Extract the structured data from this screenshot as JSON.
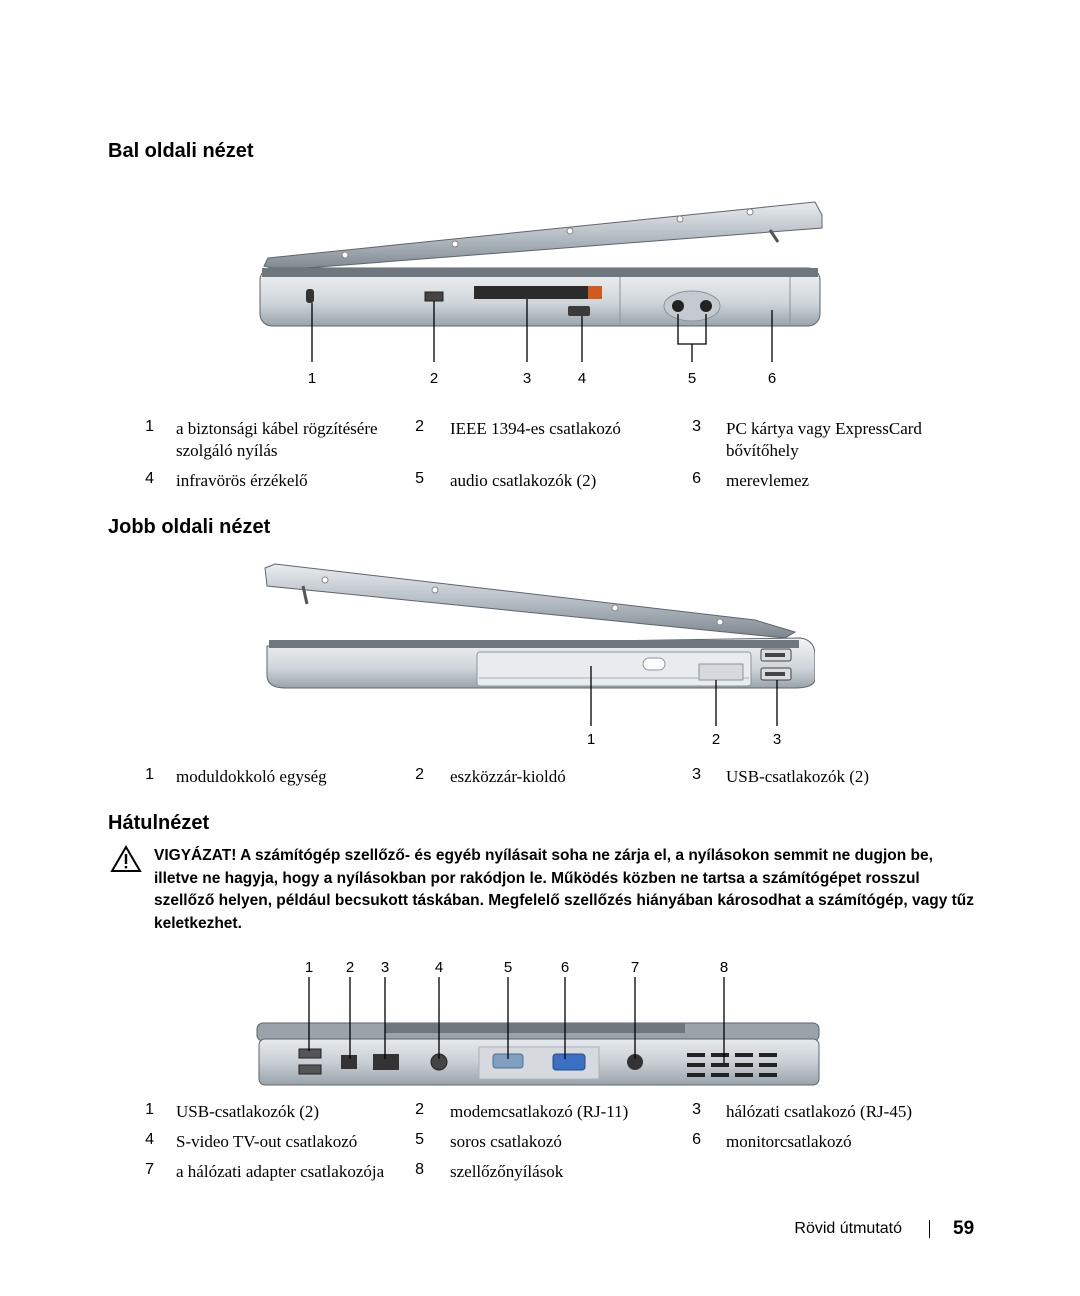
{
  "left_view": {
    "heading": "Bal oldali nézet",
    "callouts": [
      "1",
      "2",
      "3",
      "4",
      "5",
      "6"
    ],
    "legend": [
      {
        "num": "1",
        "text": "a biztonsági kábel rögzítésére szolgáló nyílás"
      },
      {
        "num": "2",
        "text": "IEEE 1394-es csatlakozó"
      },
      {
        "num": "3",
        "text": "PC kártya vagy ExpressCard bővítőhely"
      },
      {
        "num": "4",
        "text": "infravörös érzékelő"
      },
      {
        "num": "5",
        "text": "audio csatlakozók (2)"
      },
      {
        "num": "6",
        "text": "merevlemez"
      }
    ]
  },
  "right_view": {
    "heading": "Jobb oldali nézet",
    "callouts": [
      "1",
      "2",
      "3"
    ],
    "legend": [
      {
        "num": "1",
        "text": "moduldokkoló egység"
      },
      {
        "num": "2",
        "text": "eszközzár-kioldó"
      },
      {
        "num": "3",
        "text": "USB-csatlakozók (2)"
      }
    ]
  },
  "back_view": {
    "heading": "Hátulnézet",
    "caution": {
      "label": "VIGYÁZAT!",
      "text": "A számítógép szellőző- és egyéb nyílásait soha ne zárja el, a nyílásokon semmit ne dugjon be, illetve ne hagyja, hogy a nyílásokban por rakódjon le. Működés közben ne tartsa a számítógépet rosszul szellőző helyen, például becsukott táskában. Megfelelő szellőzés hiányában károsodhat a számítógép, vagy tűz keletkezhet."
    },
    "callouts": [
      "1",
      "2",
      "3",
      "4",
      "5",
      "6",
      "7",
      "8"
    ],
    "legend": [
      {
        "num": "1",
        "text": "USB-csatlakozók (2)"
      },
      {
        "num": "2",
        "text": "modemcsatlakozó (RJ-11)"
      },
      {
        "num": "3",
        "text": "hálózati csatlakozó (RJ-45)"
      },
      {
        "num": "4",
        "text": "S-video TV-out csatlakozó"
      },
      {
        "num": "5",
        "text": "soros csatlakozó"
      },
      {
        "num": "6",
        "text": "monitorcsatlakozó"
      },
      {
        "num": "7",
        "text": "a hálózati adapter csatlakozója"
      },
      {
        "num": "8",
        "text": "szellőzőnyílások"
      }
    ]
  },
  "footer": {
    "label": "Rövid útmutató",
    "page": "59"
  }
}
